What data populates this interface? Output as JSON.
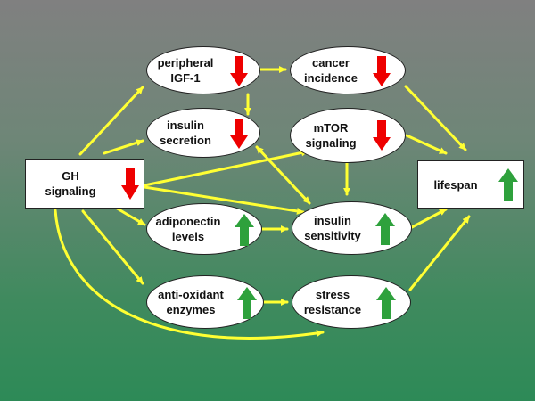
{
  "colors": {
    "arrow": "#ffff33",
    "down": "#ee0000",
    "up": "#2ea13c"
  },
  "nodes": {
    "gh_signaling": {
      "line1": "GH",
      "line2": "signaling",
      "indicator": "down"
    },
    "peripheral_igf1": {
      "line1": "peripheral",
      "line2": "IGF-1",
      "indicator": "down"
    },
    "cancer_incidence": {
      "line1": "cancer",
      "line2": "incidence",
      "indicator": "down"
    },
    "insulin_secretion": {
      "line1": "insulin",
      "line2": "secretion",
      "indicator": "down"
    },
    "mtor_signaling": {
      "line1": "mTOR",
      "line2": "signaling",
      "indicator": "down"
    },
    "adiponectin_levels": {
      "line1": "adiponectin",
      "line2": "levels",
      "indicator": "up"
    },
    "insulin_sensitivity": {
      "line1": "insulin",
      "line2": "sensitivity",
      "indicator": "up"
    },
    "antioxidant_enzymes": {
      "line1": "anti-oxidant",
      "line2": "enzymes",
      "indicator": "up"
    },
    "stress_resistance": {
      "line1": "stress",
      "line2": "resistance",
      "indicator": "up"
    },
    "lifespan": {
      "line1": "lifespan",
      "indicator": "up"
    }
  },
  "edges": [
    {
      "from": "GH signaling",
      "to": "peripheral IGF-1"
    },
    {
      "from": "GH signaling",
      "to": "insulin secretion"
    },
    {
      "from": "GH signaling",
      "to": "mTOR signaling"
    },
    {
      "from": "GH signaling",
      "to": "insulin sensitivity"
    },
    {
      "from": "GH signaling",
      "to": "adiponectin levels"
    },
    {
      "from": "GH signaling",
      "to": "anti-oxidant enzymes"
    },
    {
      "from": "GH signaling",
      "to": "stress resistance"
    },
    {
      "from": "peripheral IGF-1",
      "to": "cancer incidence"
    },
    {
      "from": "peripheral IGF-1",
      "to": "insulin secretion"
    },
    {
      "from": "insulin secretion",
      "to": "insulin sensitivity",
      "bidirectional": true
    },
    {
      "from": "mTOR signaling",
      "to": "insulin sensitivity"
    },
    {
      "from": "mTOR signaling",
      "to": "lifespan"
    },
    {
      "from": "cancer incidence",
      "to": "lifespan"
    },
    {
      "from": "adiponectin levels",
      "to": "insulin sensitivity"
    },
    {
      "from": "insulin sensitivity",
      "to": "lifespan"
    },
    {
      "from": "anti-oxidant enzymes",
      "to": "stress resistance"
    },
    {
      "from": "stress resistance",
      "to": "lifespan"
    }
  ]
}
